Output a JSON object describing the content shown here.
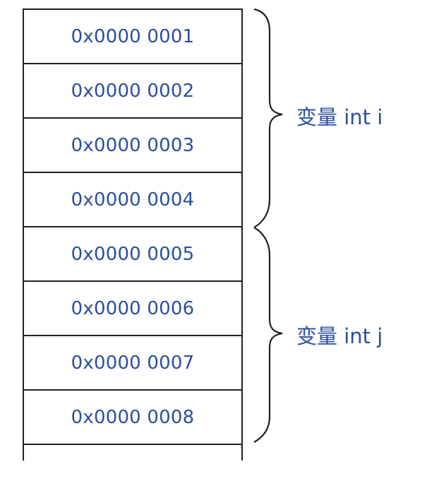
{
  "colors": {
    "text": "#2b4f9e",
    "line": "#222222"
  },
  "memory_cells": [
    "0x0000 0001",
    "0x0000 0002",
    "0x0000 0003",
    "0x0000 0004",
    "0x0000 0005",
    "0x0000 0006",
    "0x0000 0007",
    "0x0000 0008"
  ],
  "groups": [
    {
      "label": "变量 int i",
      "cells": [
        1,
        4
      ]
    },
    {
      "label": "变量 int j",
      "cells": [
        5,
        8
      ]
    }
  ]
}
